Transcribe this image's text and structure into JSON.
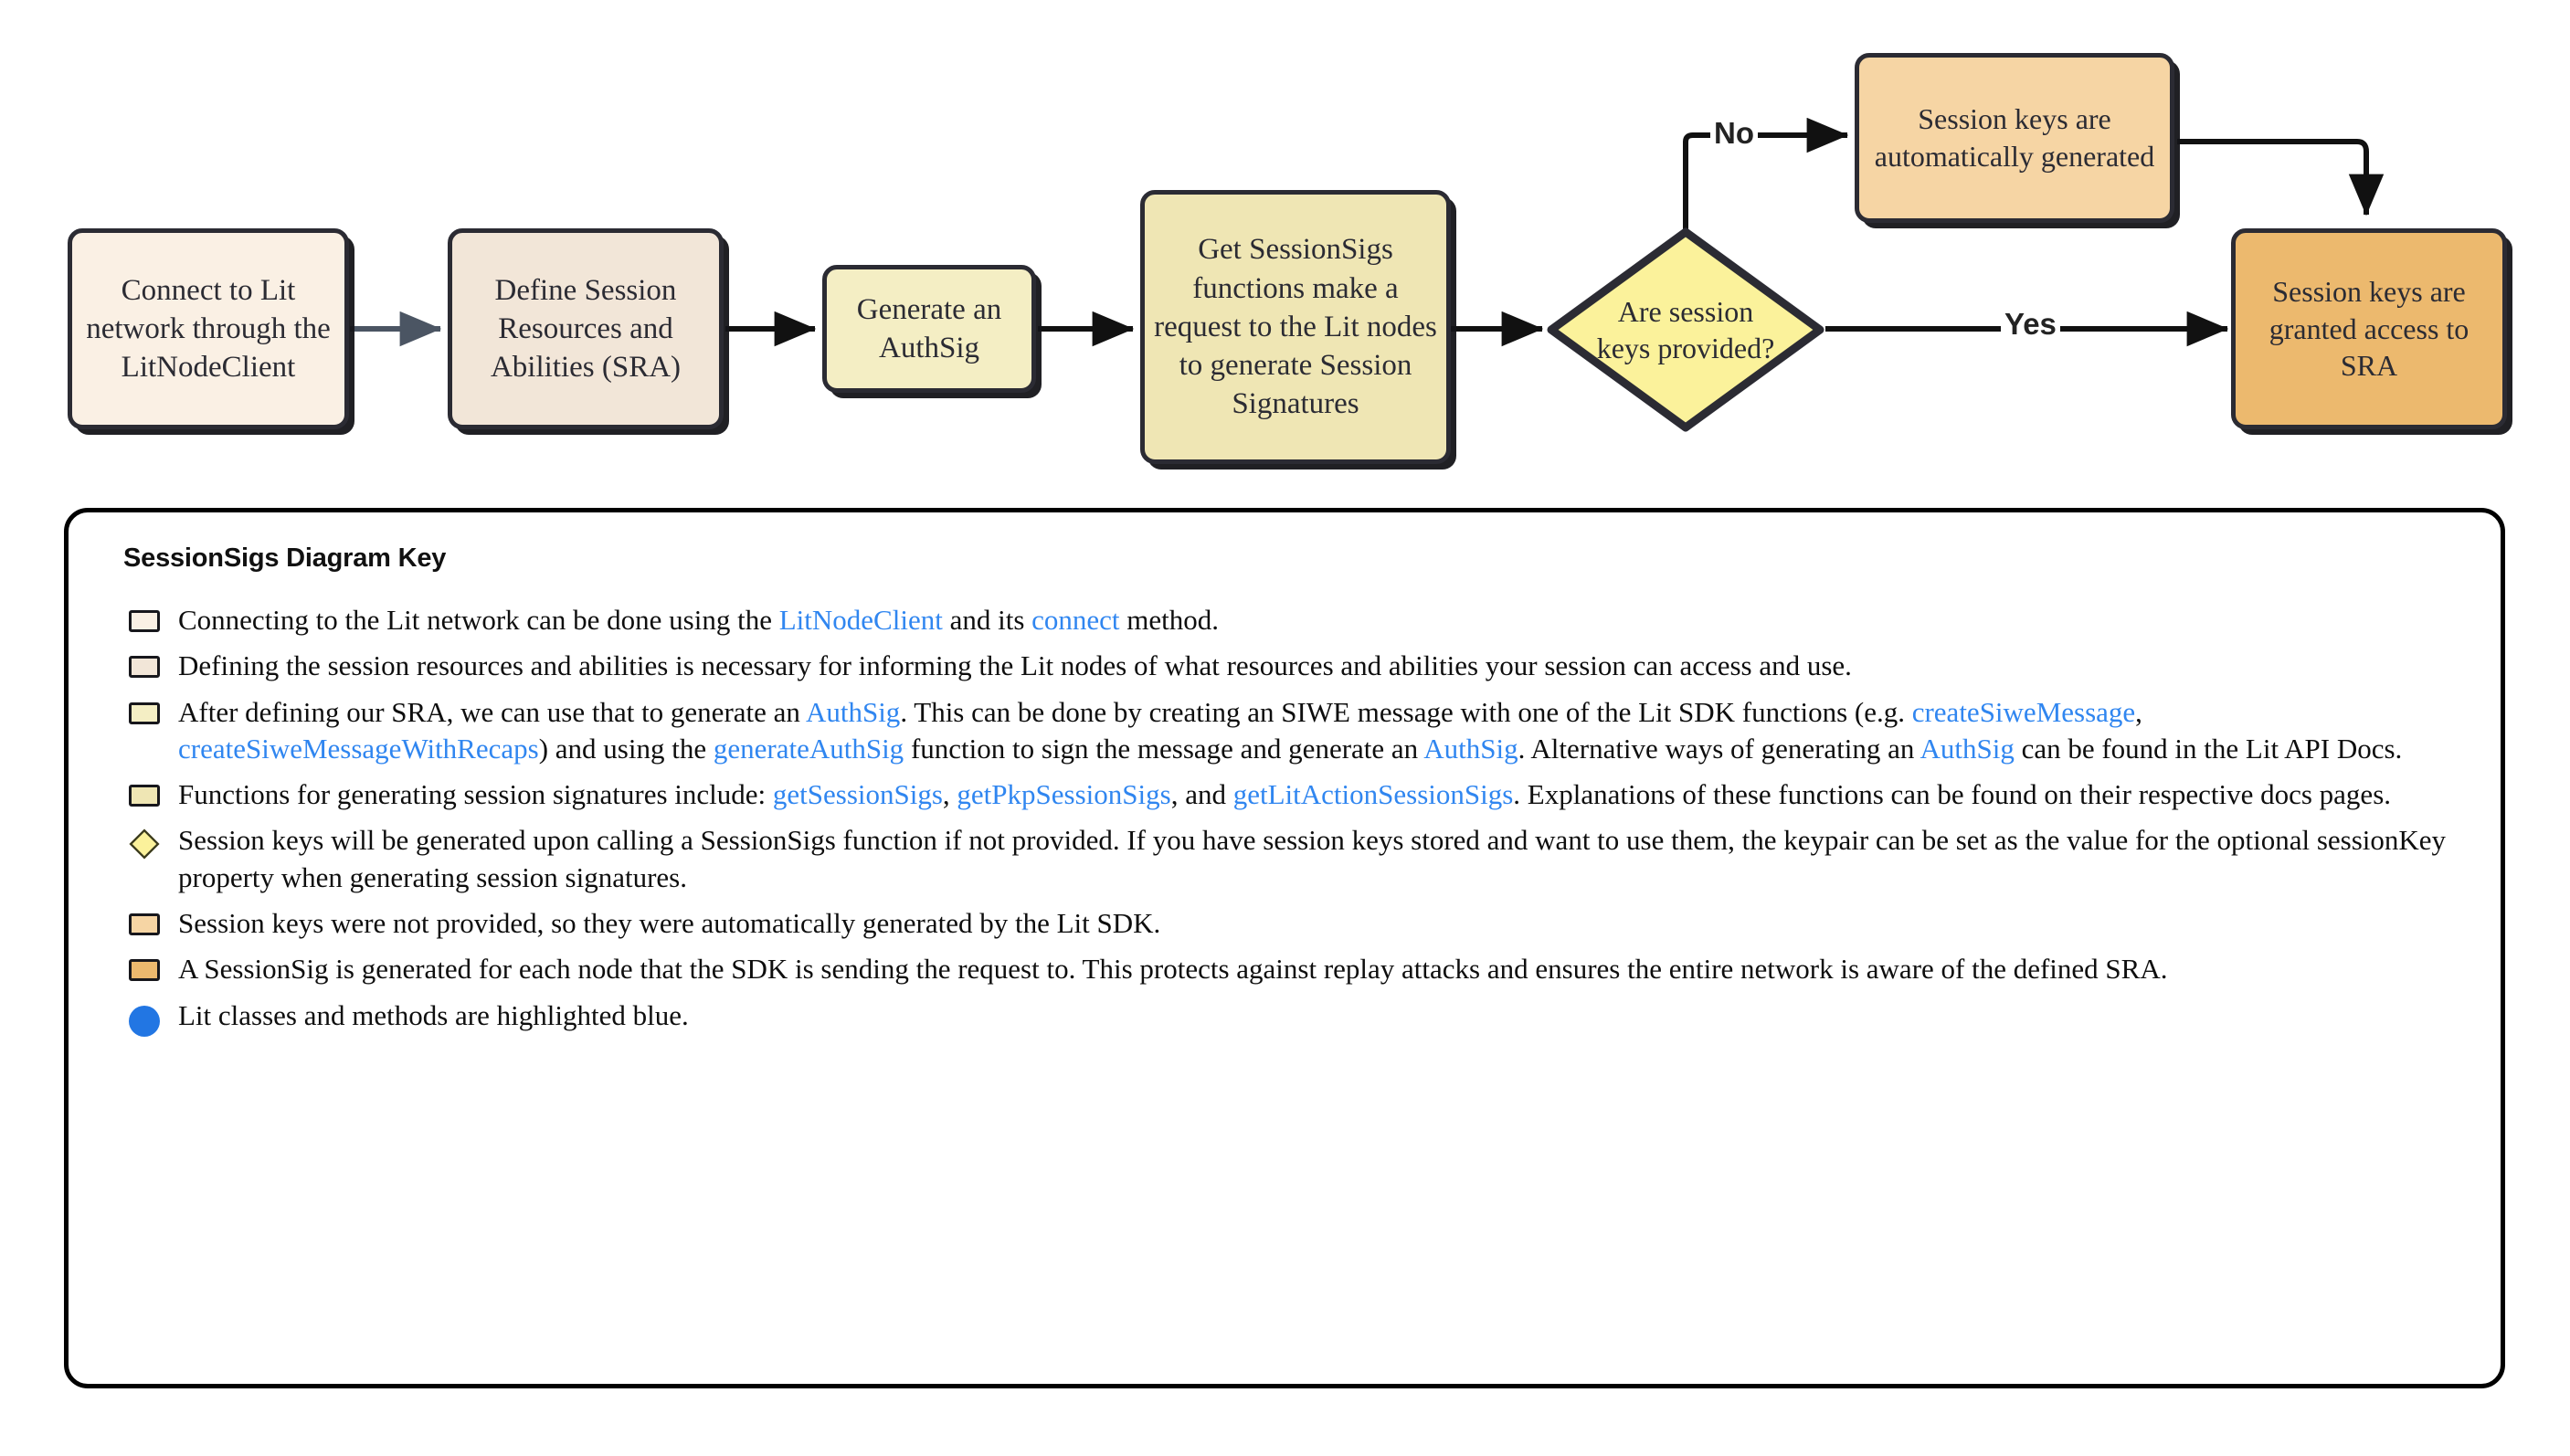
{
  "colors": {
    "node1_fill": "#faf0e4",
    "node2_fill": "#f2e6d8",
    "node3_fill": "#f4eec4",
    "node4_fill": "#efe6b4",
    "diamond_fill": "#fbf29b",
    "node5_fill": "#f6d5a4",
    "node6_fill": "#ecb96e",
    "stroke": "#2b2b33",
    "link_blue": "#3086f0",
    "legend_circle": "#2276e3"
  },
  "flow": {
    "nodes": [
      {
        "id": "connect",
        "label": "Connect to Lit network through the LitNodeClient"
      },
      {
        "id": "define-sra",
        "label": "Define Session Resources and Abilities (SRA)"
      },
      {
        "id": "generate-authsig",
        "label": "Generate an AuthSig"
      },
      {
        "id": "get-sessionsigs",
        "label": "Get SessionSigs functions make a request to the Lit nodes to generate Session Signatures"
      },
      {
        "id": "decision",
        "label": "Are session keys provided?"
      },
      {
        "id": "auto-generated",
        "label": "Session keys are automatically generated"
      },
      {
        "id": "granted-access",
        "label": "Session keys are granted access to SRA"
      }
    ],
    "edge_labels": {
      "no": "No",
      "yes": "Yes"
    }
  },
  "legend": {
    "title": "SessionSigs Diagram Key",
    "items": [
      {
        "swatch": "rect-cream-1",
        "parts": [
          {
            "t": "Connecting to the Lit network can be done using the "
          },
          {
            "t": "LitNodeClient",
            "link": true
          },
          {
            "t": " and its "
          },
          {
            "t": "connect",
            "link": true
          },
          {
            "t": " method."
          }
        ]
      },
      {
        "swatch": "rect-cream-2",
        "parts": [
          {
            "t": "Defining the session resources and abilities is necessary for informing the Lit nodes of what resources and abilities your session can access and use."
          }
        ]
      },
      {
        "swatch": "rect-yellow-1",
        "parts": [
          {
            "t": "After defining our SRA, we can use that to generate an "
          },
          {
            "t": "AuthSig",
            "link": true
          },
          {
            "t": ". This can be done by creating an SIWE message with one of the Lit SDK functions (e.g. "
          },
          {
            "t": "createSiweMessage",
            "link": true
          },
          {
            "t": ", "
          },
          {
            "t": "createSiweMessageWithRecaps",
            "link": true
          },
          {
            "t": ") and using the "
          },
          {
            "t": "generateAuthSig",
            "link": true
          },
          {
            "t": " function to sign the message and generate an "
          },
          {
            "t": "AuthSig",
            "link": true
          },
          {
            "t": ". Alternative ways of generating an "
          },
          {
            "t": "AuthSig",
            "link": true
          },
          {
            "t": " can be found in the Lit API Docs."
          }
        ]
      },
      {
        "swatch": "rect-yellow-2",
        "parts": [
          {
            "t": "Functions for generating session signatures include:  "
          },
          {
            "t": "getSessionSigs",
            "link": true
          },
          {
            "t": ", "
          },
          {
            "t": "getPkpSessionSigs",
            "link": true
          },
          {
            "t": ", and "
          },
          {
            "t": "getLitActionSessionSigs",
            "link": true
          },
          {
            "t": ". Explanations of these functions can be found on their respective docs pages."
          }
        ]
      },
      {
        "swatch": "diamond-yellow",
        "parts": [
          {
            "t": "Session keys will be generated upon calling a SessionSigs function if not provided. If you have session keys stored and want to use them, the keypair can be set as the value for the optional sessionKey property when generating session signatures."
          }
        ]
      },
      {
        "swatch": "rect-orange-1",
        "parts": [
          {
            "t": "Session keys were not provided, so they were automatically generated by the Lit SDK."
          }
        ]
      },
      {
        "swatch": "rect-orange-2",
        "parts": [
          {
            "t": "A SessionSig is generated for each node that the SDK is sending the request to. This protects against replay attacks and ensures the entire network is aware of the defined SRA."
          }
        ]
      },
      {
        "swatch": "circle-blue",
        "parts": [
          {
            "t": "Lit classes and methods are highlighted blue."
          }
        ]
      }
    ]
  }
}
